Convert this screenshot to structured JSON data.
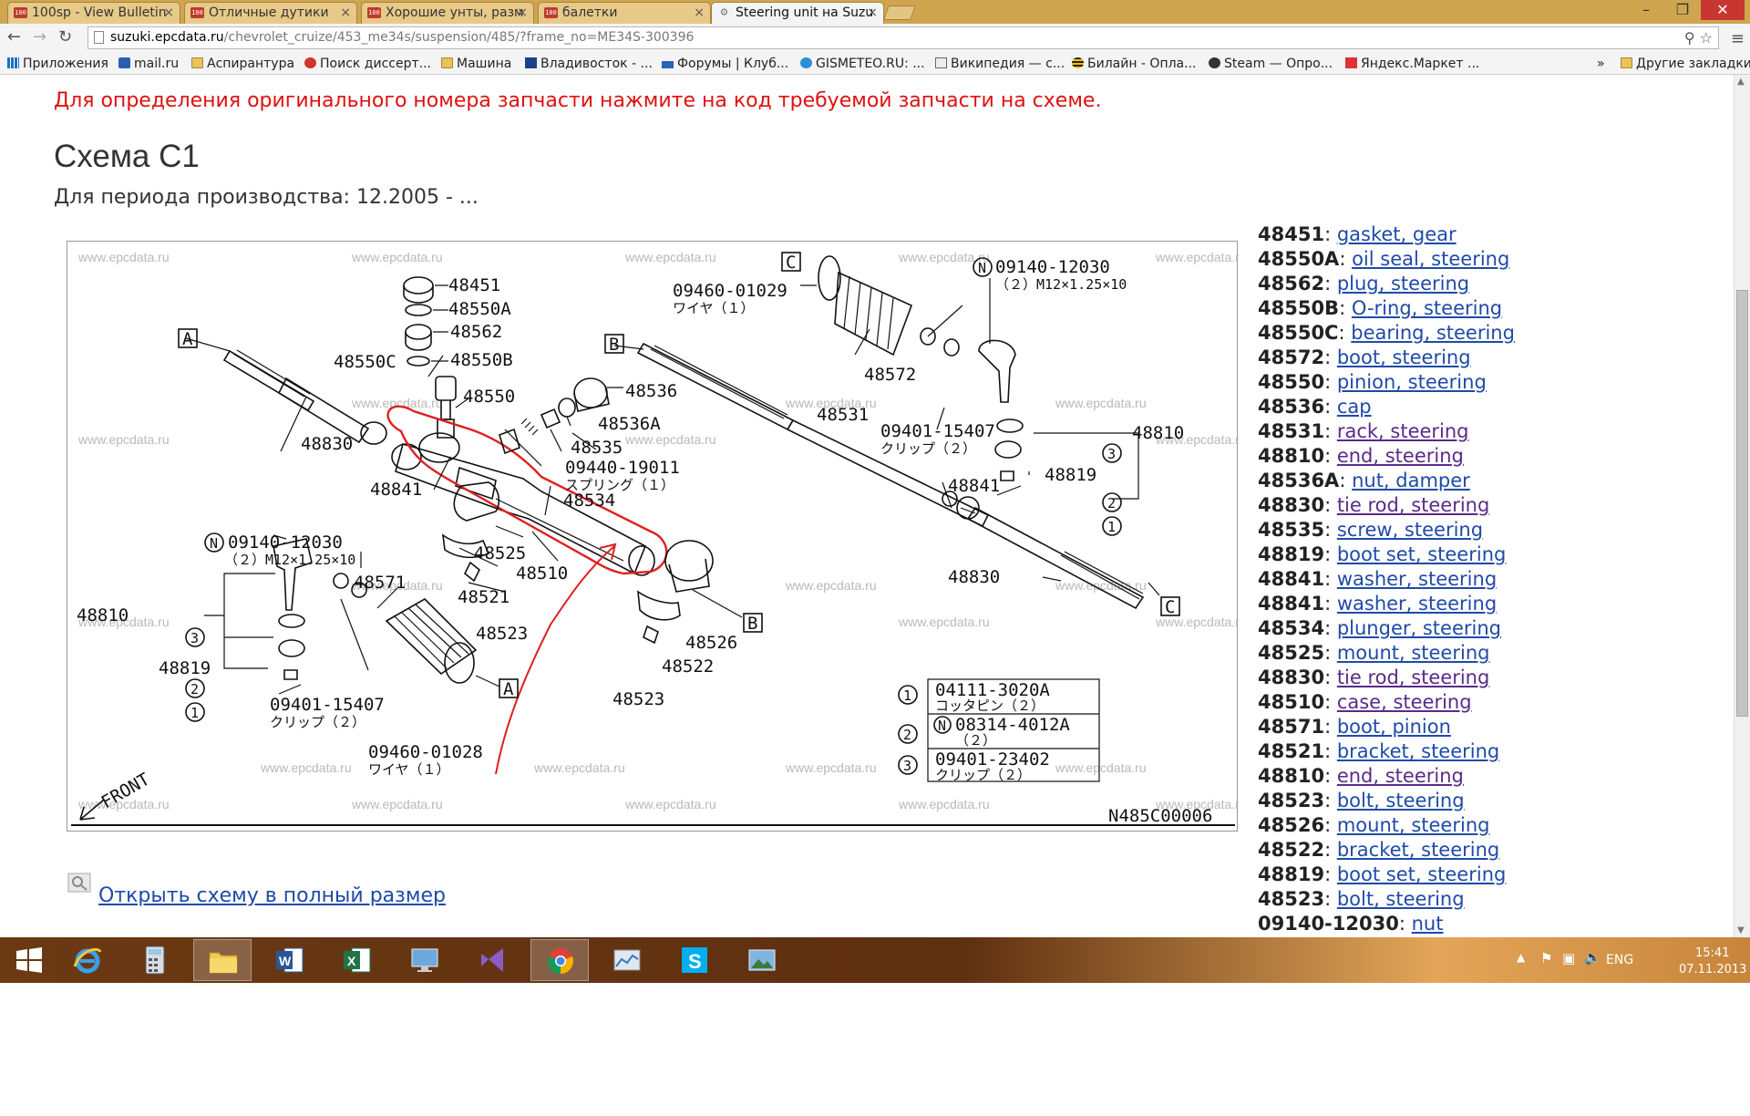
{
  "browser": {
    "tabs": [
      {
        "label": "100sp - View Bulletin",
        "favicon": "100sp-icon"
      },
      {
        "label": "Отличные дутики",
        "favicon": "100sp-icon"
      },
      {
        "label": "Хорошие унты, разм",
        "favicon": "100sp-icon"
      },
      {
        "label": "балетки",
        "favicon": "100sp-icon"
      },
      {
        "label": "Steering unit на Suzu",
        "favicon": "gear-icon"
      }
    ],
    "window_controls": {
      "minimize": "–",
      "maximize": "❐",
      "close": "✕"
    },
    "url_host": "suzuki.epcdata.ru",
    "url_path": "/chevrolet_cruize/453_me34s/suspension/485/?frame_no=ME34S-300396",
    "bookmarks": [
      {
        "label": "Приложения",
        "icon": "grid"
      },
      {
        "label": "mail.ru",
        "icon": "mail"
      },
      {
        "label": "Аспирантура",
        "icon": "folder"
      },
      {
        "label": "Поиск диссерт...",
        "icon": "red"
      },
      {
        "label": "Машина",
        "icon": "folder"
      },
      {
        "label": "Владивосток - ...",
        "icon": "blue"
      },
      {
        "label": "Форумы | Клуб...",
        "icon": "dns"
      },
      {
        "label": "GISMETEO.RU: ...",
        "icon": "gis"
      },
      {
        "label": "Википедия — с...",
        "icon": "wiki"
      },
      {
        "label": "Билайн - Опла...",
        "icon": "beeline"
      },
      {
        "label": "Steam — Опро...",
        "icon": "steam"
      },
      {
        "label": "Яндекс.Маркет ...",
        "icon": "ya"
      }
    ],
    "bookmarks_overflow": "»",
    "other_bookmarks": "Другие закладки"
  },
  "page": {
    "notice": "Для определения оригинального номера запчасти нажмите на код требуемой запчасти на схеме.",
    "title": "Схема C1",
    "period": "Для периода производства: 12.2005 - ...",
    "open_full": "Открыть схему в полный размер"
  },
  "diagram": {
    "code": "N485C00006",
    "watermark": "www.epcdata.ru",
    "front": "FRONT",
    "labels": {
      "p48451": "48451",
      "p48550A": "48550A",
      "p48562": "48562",
      "p48550B": "48550B",
      "p48550C": "48550C",
      "p48550": "48550",
      "p48536": "48536",
      "p48536A": "48536A",
      "p48535": "48535",
      "p09440": "09440-19011",
      "p09440_j": "スプリング（１）",
      "p48534": "48534",
      "p48830a": "48830",
      "p48841a": "48841",
      "p48525": "48525",
      "p48510": "48510",
      "p48521": "48521",
      "p48523a": "48523",
      "p48571": "48571",
      "p48526": "48526",
      "p48522": "48522",
      "p48523b": "48523",
      "p09460_29": "09460-01029",
      "p09460_29j": "ワイヤ（１）",
      "p48572": "48572",
      "p48531": "48531",
      "p09401a": "09401-15407",
      "p09401a_j": "クリップ（２）",
      "p09140a": "09140-12030",
      "p09140a_j": "（２）M12×1.25×10",
      "p48810a": "48810",
      "p48819a": "48819",
      "p48841b": "48841",
      "p48830b": "48830",
      "p09140b": "09140-12030",
      "p09140b_j": "（２）M12×1.25×10",
      "p48810b": "48810",
      "p48819b": "48819",
      "p09401b": "09401-15407",
      "p09401b_j": "クリップ（２）",
      "p09460_28": "09460-01028",
      "p09460_28j": "ワイヤ（１）"
    },
    "refs": {
      "A": "A",
      "B": "B",
      "C": "C",
      "N": "N"
    },
    "legend": [
      {
        "n": "1",
        "code": "04111-3020A",
        "jp": "コッタピン（２）"
      },
      {
        "n": "2",
        "code": "08314-4012A",
        "jp": "（２）"
      },
      {
        "n": "3",
        "code": "09401-23402",
        "jp": "クリップ（２）"
      }
    ],
    "circle_nums": {
      "one": "1",
      "two": "2",
      "three": "3"
    }
  },
  "parts": [
    {
      "code": "48451",
      "name": "gasket, gear",
      "visited": false
    },
    {
      "code": "48550A",
      "name": "oil seal, steering",
      "visited": false
    },
    {
      "code": "48562",
      "name": "plug, steering",
      "visited": false
    },
    {
      "code": "48550B",
      "name": "O-ring, steering",
      "visited": false
    },
    {
      "code": "48550C",
      "name": "bearing, steering",
      "visited": false
    },
    {
      "code": "48572",
      "name": "boot, steering",
      "visited": false
    },
    {
      "code": "48550",
      "name": "pinion, steering",
      "visited": false
    },
    {
      "code": "48536",
      "name": "cap",
      "visited": false
    },
    {
      "code": "48531",
      "name": "rack, steering",
      "visited": true
    },
    {
      "code": "48810",
      "name": "end, steering",
      "visited": true
    },
    {
      "code": "48536A",
      "name": "nut, damper",
      "visited": false
    },
    {
      "code": "48830",
      "name": "tie rod, steering",
      "visited": true
    },
    {
      "code": "48535",
      "name": "screw, steering",
      "visited": false
    },
    {
      "code": "48819",
      "name": "boot set, steering",
      "visited": false
    },
    {
      "code": "48841",
      "name": "washer, steering",
      "visited": false
    },
    {
      "code": "48841",
      "name": "washer, steering",
      "visited": false
    },
    {
      "code": "48534",
      "name": "plunger, steering",
      "visited": false
    },
    {
      "code": "48525",
      "name": "mount, steering",
      "visited": false
    },
    {
      "code": "48830",
      "name": "tie rod, steering",
      "visited": true
    },
    {
      "code": "48510",
      "name": "case, steering",
      "visited": true
    },
    {
      "code": "48571",
      "name": "boot, pinion",
      "visited": false
    },
    {
      "code": "48521",
      "name": "bracket, steering",
      "visited": false
    },
    {
      "code": "48810",
      "name": "end, steering",
      "visited": true
    },
    {
      "code": "48523",
      "name": "bolt, steering",
      "visited": false
    },
    {
      "code": "48526",
      "name": "mount, steering",
      "visited": false
    },
    {
      "code": "48522",
      "name": "bracket, steering",
      "visited": false
    },
    {
      "code": "48819",
      "name": "boot set, steering",
      "visited": false
    },
    {
      "code": "48523",
      "name": "bolt, steering",
      "visited": false
    },
    {
      "code": "09140-12030",
      "name": "nut",
      "visited": false
    }
  ],
  "taskbar": {
    "apps": [
      "windows-start",
      "internet-explorer",
      "calculator",
      "file-explorer",
      "word",
      "excel",
      "remote-desktop",
      "visual-studio",
      "chrome",
      "network-monitor",
      "skype",
      "photo-viewer"
    ],
    "active_apps": [
      "file-explorer",
      "chrome"
    ],
    "lang": "ENG",
    "time": "15:41",
    "date": "07.11.2013"
  },
  "colors": {
    "notice": "#e01010",
    "link": "#1f4aa8",
    "visited": "#5a2a8a",
    "highlight": "#e02020",
    "tabbar": "#cfa54f"
  }
}
